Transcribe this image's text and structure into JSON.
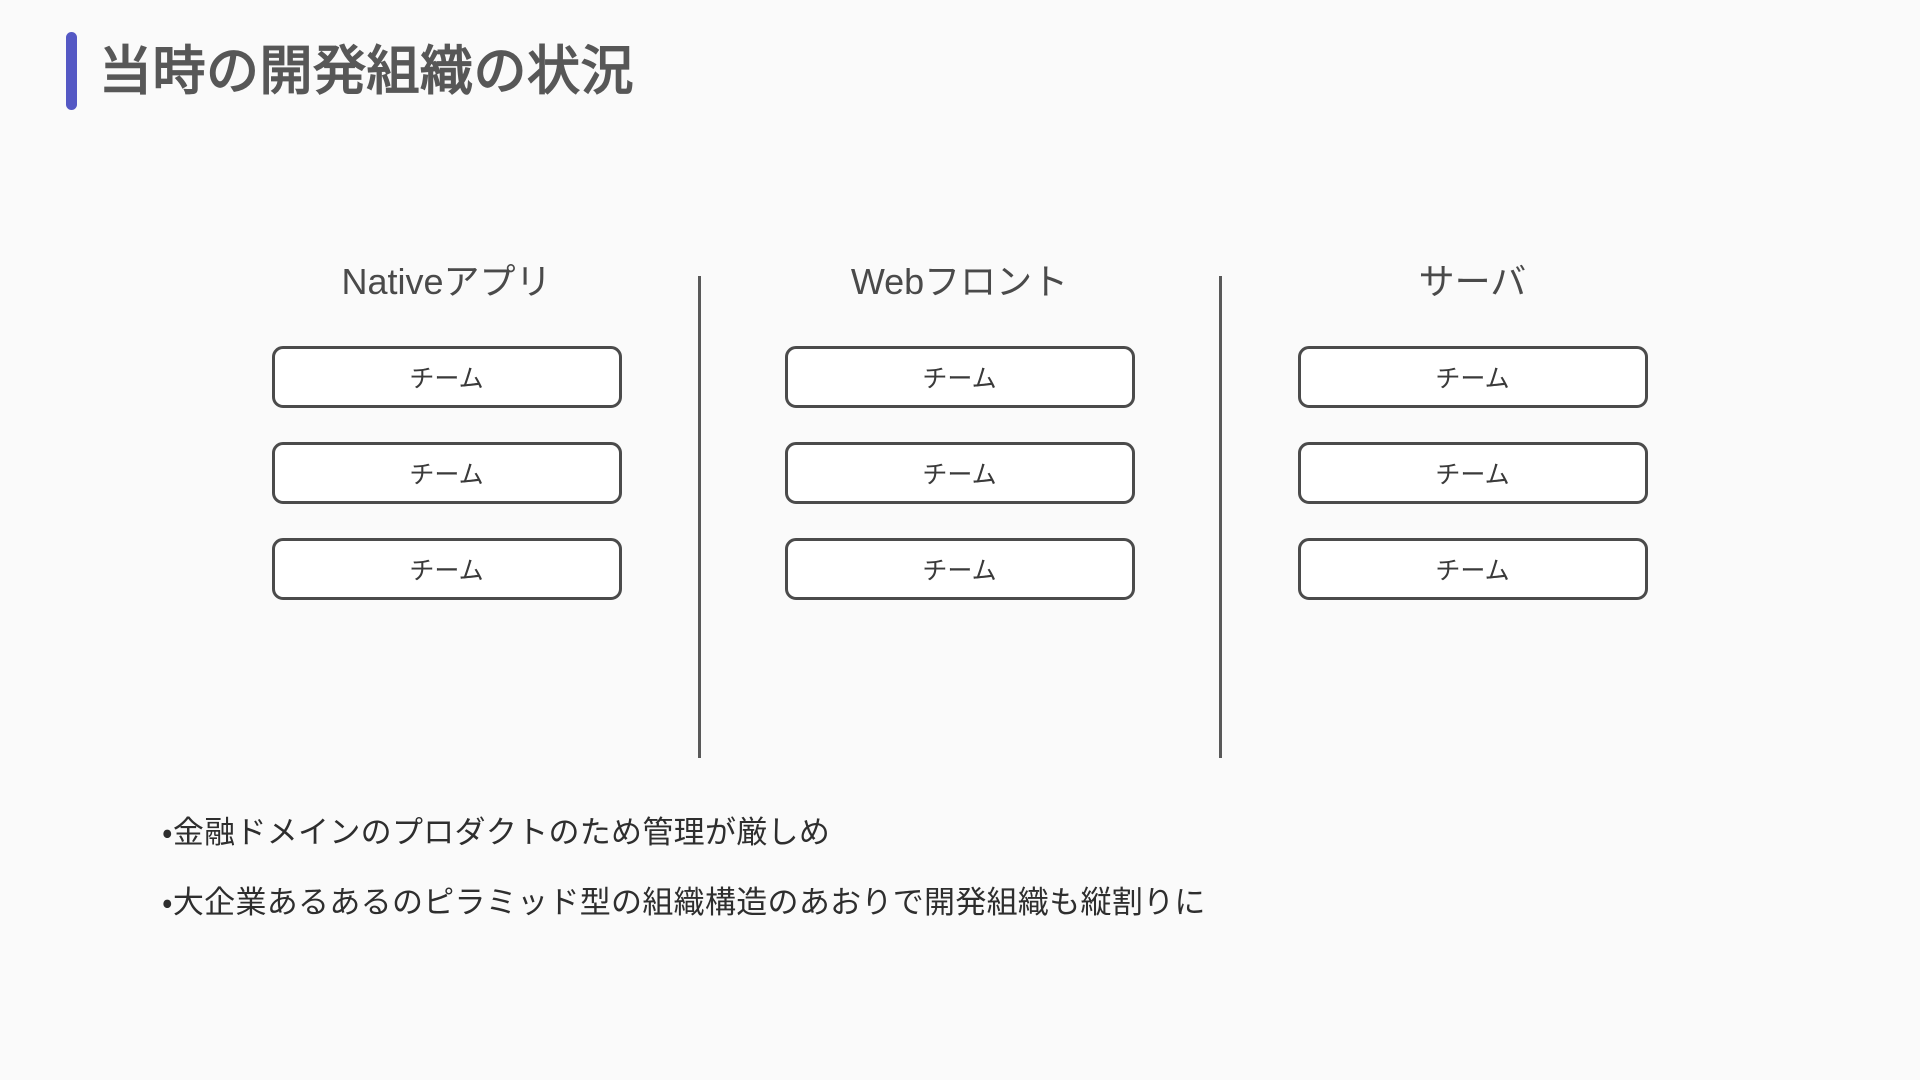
{
  "slide": {
    "title": "当時の開発組織の状況",
    "accent_color": "#5458c4",
    "background_color": "#fafafa",
    "title_color": "#575757"
  },
  "org_chart": {
    "box_border_color": "#4b4b4b",
    "divider_color": "#595959",
    "columns": [
      {
        "header": "Nativeアプリ",
        "teams": [
          {
            "label": "チーム"
          },
          {
            "label": "チーム"
          },
          {
            "label": "チーム"
          }
        ]
      },
      {
        "header": "Webフロント",
        "teams": [
          {
            "label": "チーム"
          },
          {
            "label": "チーム"
          },
          {
            "label": "チーム"
          }
        ]
      },
      {
        "header": "サーバ",
        "teams": [
          {
            "label": "チーム"
          },
          {
            "label": "チーム"
          },
          {
            "label": "チーム"
          }
        ]
      }
    ]
  },
  "notes": {
    "bullets": [
      "・金融ドメインのプロダクトのため管理が厳しめ",
      "・大企業あるあるのピラミッド型の組織構造のあおりで開発組織も縦割りに"
    ]
  }
}
